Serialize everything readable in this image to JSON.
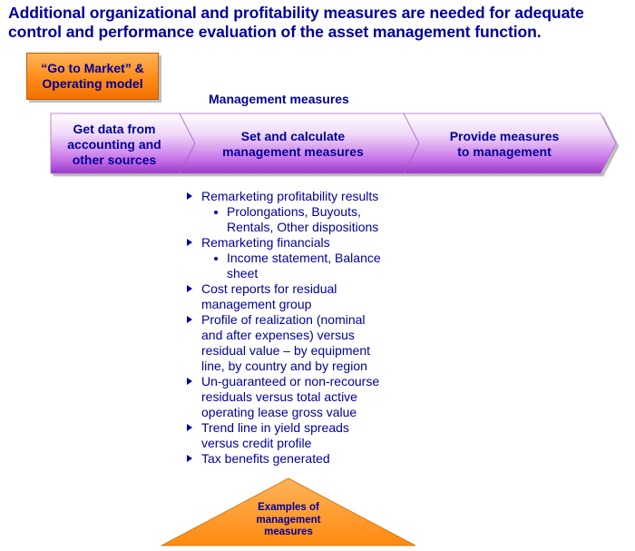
{
  "title": {
    "line1": "Additional organizational and profitability measures are needed for adequate",
    "line2": "control and performance evaluation of the asset management function."
  },
  "gtm_box": {
    "line1": "“Go to Market” &",
    "line2": "Operating model"
  },
  "management_label": "Management measures",
  "chevrons": [
    {
      "lines": [
        "Get data from",
        "accounting and",
        "other sources"
      ]
    },
    {
      "lines": [
        "Set and calculate",
        "management measures"
      ]
    },
    {
      "lines": [
        "Provide measures",
        "to management"
      ]
    }
  ],
  "bullets": [
    {
      "lines": [
        "Remarketing profitability results"
      ],
      "sub": [
        {
          "lines": [
            "Prolongations, Buyouts,",
            "Rentals, Other dispositions"
          ]
        }
      ]
    },
    {
      "lines": [
        "Remarketing financials"
      ],
      "sub": [
        {
          "lines": [
            "Income statement, Balance",
            "sheet"
          ]
        }
      ]
    },
    {
      "lines": [
        "Cost reports for residual",
        "management group"
      ]
    },
    {
      "lines": [
        "Profile of realization (nominal",
        "and after expenses) versus",
        "residual value – by equipment",
        "line, by country and by region"
      ]
    },
    {
      "lines": [
        "Un-guaranteed or non-recourse",
        "residuals versus total active",
        "operating lease gross value"
      ]
    },
    {
      "lines": [
        "Trend line in yield spreads",
        "versus credit profile"
      ]
    },
    {
      "lines": [
        "Tax benefits generated"
      ]
    }
  ],
  "triangle": {
    "lines": [
      "Examples of",
      "management",
      "measures"
    ]
  },
  "colors": {
    "text": "#000099",
    "chevron_light": "#ffffff",
    "chevron_dark": "#b44cdc",
    "orange": "#ff8c1a"
  }
}
